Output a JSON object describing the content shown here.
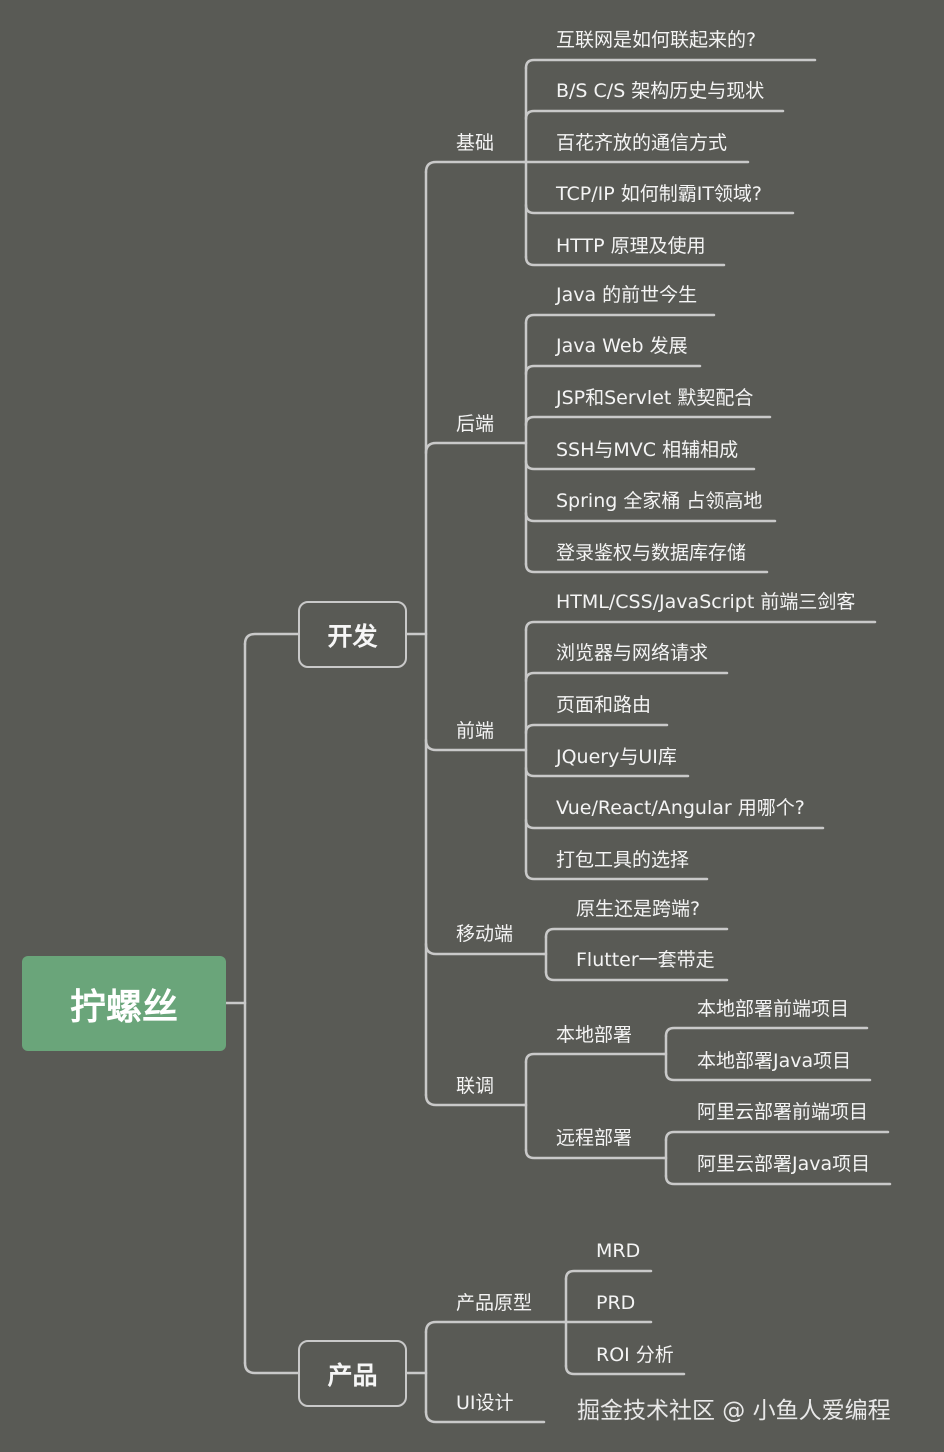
{
  "root": "拧螺丝",
  "branches": [
    {
      "label": "开发",
      "children": [
        {
          "label": "基础",
          "children": [
            "互联网是如何联起来的?",
            "B/S C/S 架构历史与现状",
            "百花齐放的通信方式",
            "TCP/IP 如何制霸IT领域?",
            "HTTP 原理及使用"
          ]
        },
        {
          "label": "后端",
          "children": [
            "Java 的前世今生",
            "Java Web 发展",
            "JSP和Servlet 默契配合",
            "SSH与MVC 相辅相成",
            "Spring 全家桶 占领高地",
            "登录鉴权与数据库存储"
          ]
        },
        {
          "label": "前端",
          "children": [
            "HTML/CSS/JavaScript 前端三剑客",
            "浏览器与网络请求",
            "页面和路由",
            "JQuery与UI库",
            "Vue/React/Angular 用哪个?",
            "打包工具的选择"
          ]
        },
        {
          "label": "移动端",
          "children": [
            "原生还是跨端?",
            "Flutter一套带走"
          ]
        },
        {
          "label": "联调",
          "children": [
            {
              "label": "本地部署",
              "children": [
                "本地部署前端项目",
                "本地部署Java项目"
              ]
            },
            {
              "label": "远程部署",
              "children": [
                "阿里云部署前端项目",
                "阿里云部署Java项目"
              ]
            }
          ]
        }
      ]
    },
    {
      "label": "产品",
      "children": [
        {
          "label": "产品原型",
          "children": [
            "MRD",
            "PRD",
            "ROI 分析"
          ]
        },
        {
          "label": "UI设计",
          "children": []
        }
      ]
    }
  ],
  "watermark": "掘金技术社区 @ 小鱼人爱编程",
  "colors": {
    "background": "#595a55",
    "root": "#6aa57a",
    "line": "#c9c9c9"
  }
}
